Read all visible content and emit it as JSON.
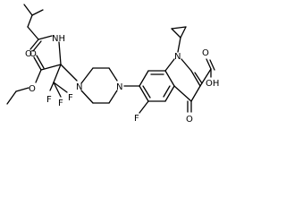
{
  "molecule": {
    "labels": {
      "nh": "NH",
      "o_amide": "O",
      "o_ester_carbonyl": "O",
      "o_ester": "O",
      "f1": "F",
      "f2": "F",
      "f3": "F",
      "n_pip_left": "N",
      "n_pip_right": "N",
      "n_quinolone": "N",
      "f_ring": "F",
      "o_ketone": "O",
      "cooh_o": "O",
      "cooh_oh": "OH"
    }
  }
}
